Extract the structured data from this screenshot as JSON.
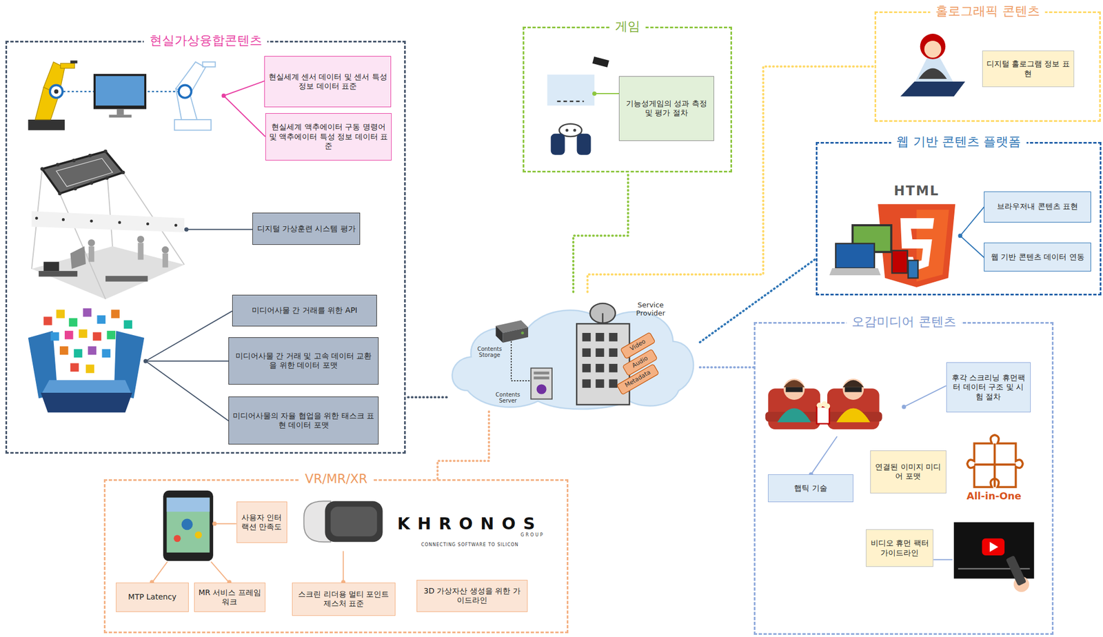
{
  "diagram": {
    "nodes": [
      {
        "text": [
          "현실가상융합콘텐츠"
        ]
      },
      {
        "text": [
          "현실세계 센서 데이터 및 센서 특성 정보 데이터 표준"
        ],
        "in": 0
      },
      {
        "text": [
          "현실세계 액추에이터 구동 명령어 및 액추에이터 특성 정보 데이터 표준"
        ],
        "in": 0
      },
      {
        "text": [
          "디지털 가상훈련 시스템 평가"
        ],
        "in": 0
      },
      {
        "text": [
          "미디어사물 간 거래를 위한 API"
        ],
        "in": 0
      },
      {
        "text": [
          "미디어사물 간 거래 및 고속 데이터 교환을 위한 데이터 포맷"
        ],
        "in": 0
      },
      {
        "text": [
          "미디어사물의 자율 협업을 위한 태스크 표현 데이터 포맷"
        ],
        "in": 0
      },
      {
        "text": [
          "게임"
        ]
      },
      {
        "text": [
          "기능성게임의 성과 측정 및 평가 절차"
        ],
        "in": 7
      },
      {
        "text": [
          "홀로그래픽 콘텐츠"
        ]
      },
      {
        "text": [
          "디지털 홀로그램 정보 표현"
        ],
        "in": 9
      },
      {
        "text": [
          "웹 기반 콘텐츠 플랫폼"
        ]
      },
      {
        "text": [
          "브라우저내 콘텐츠 표현"
        ],
        "in": 11
      },
      {
        "text": [
          "웹 기반 콘텐츠 데이터 연동"
        ],
        "in": 11
      },
      {
        "text": [
          "오감미디어 콘텐츠"
        ]
      },
      {
        "text": [
          "후각 스크리닝 휴먼팩터 데이터 구조 및 시험 절차"
        ],
        "in": 14
      },
      {
        "text": [
          "햅틱 기술"
        ],
        "in": 14
      },
      {
        "text": [
          "연결된 이미지 미디어 포맷"
        ],
        "in": 14
      },
      {
        "text": [
          "비디오 휴먼 팩터 가이드라인"
        ],
        "in": 14
      },
      {
        "text": [
          "VR/MR/XR"
        ]
      },
      {
        "text": [
          "사용자 인터랙션 만족도"
        ],
        "in": 19
      },
      {
        "text": [
          "MTP Latency"
        ],
        "in": 19
      },
      {
        "text": [
          "MR 서비스 프레임워크"
        ],
        "in": 19
      },
      {
        "text": [
          "스크린 리더용 멀티 포인트 제스처 표준"
        ],
        "in": 19
      },
      {
        "text": [
          "3D 가상자산 생성을 위한 가이드라인"
        ],
        "in": 19
      },
      {
        "text": [
          "Contents Storage",
          "Contents Server",
          "Service Provider",
          "Video",
          "Audio",
          "Metadata"
        ]
      }
    ],
    "edges": [
      {
        "from": 25,
        "to": 0,
        "arrow": "none"
      },
      {
        "from": 25,
        "to": 7,
        "arrow": "none"
      },
      {
        "from": 25,
        "to": 9,
        "arrow": "none"
      },
      {
        "from": 25,
        "to": 11,
        "arrow": "none"
      },
      {
        "from": 25,
        "to": 14,
        "arrow": "none"
      },
      {
        "from": 25,
        "to": 19,
        "arrow": "none"
      }
    ],
    "labels": [
      "HTML",
      "All-in-One",
      "KHRONOS",
      "GROUP",
      "CONNECTING SOFTWARE TO SILICON"
    ]
  }
}
